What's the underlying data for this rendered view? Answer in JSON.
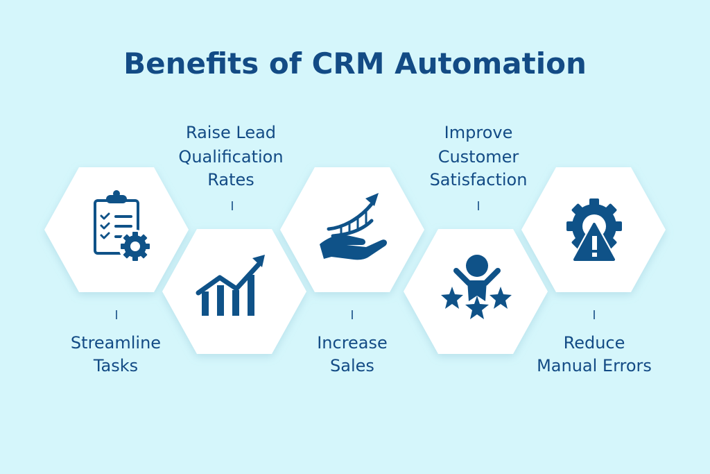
{
  "title": "Benefits of CRM Automation",
  "colors": {
    "background": "#d5f6fb",
    "text": "#134b85",
    "icon": "#0f5288",
    "hexagon": "#ffffff"
  },
  "benefits": [
    {
      "icon": "clipboard-gear-icon",
      "lines": [
        "Streamline",
        "Tasks"
      ]
    },
    {
      "icon": "growth-chart-icon",
      "lines": [
        "Raise Lead",
        "Qualification",
        "Rates"
      ]
    },
    {
      "icon": "hand-growth-icon",
      "lines": [
        "Increase",
        "Sales"
      ]
    },
    {
      "icon": "happy-customer-stars-icon",
      "lines": [
        "Improve",
        "Customer",
        "Satisfaction"
      ]
    },
    {
      "icon": "gear-warning-icon",
      "lines": [
        "Reduce",
        "Manual Errors"
      ]
    }
  ]
}
